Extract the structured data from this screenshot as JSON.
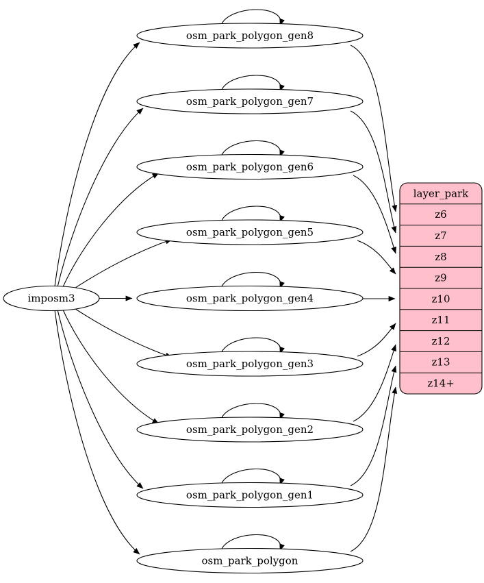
{
  "diagram": {
    "source": {
      "label": "imposm3"
    },
    "nodes": [
      {
        "label": "osm_park_polygon_gen8",
        "feeds": "z6"
      },
      {
        "label": "osm_park_polygon_gen7",
        "feeds": "z7"
      },
      {
        "label": "osm_park_polygon_gen6",
        "feeds": "z8"
      },
      {
        "label": "osm_park_polygon_gen5",
        "feeds": "z9"
      },
      {
        "label": "osm_park_polygon_gen4",
        "feeds": "z10"
      },
      {
        "label": "osm_park_polygon_gen3",
        "feeds": "z11"
      },
      {
        "label": "osm_park_polygon_gen2",
        "feeds": "z12"
      },
      {
        "label": "osm_park_polygon_gen1",
        "feeds": "z13"
      },
      {
        "label": "osm_park_polygon",
        "feeds": "z14+"
      }
    ],
    "layer": {
      "title": "layer_park",
      "rows": [
        "z6",
        "z7",
        "z8",
        "z9",
        "z10",
        "z11",
        "z12",
        "z13",
        "z14+"
      ],
      "fill": "#ffc0cb",
      "stroke": "#000000"
    }
  }
}
